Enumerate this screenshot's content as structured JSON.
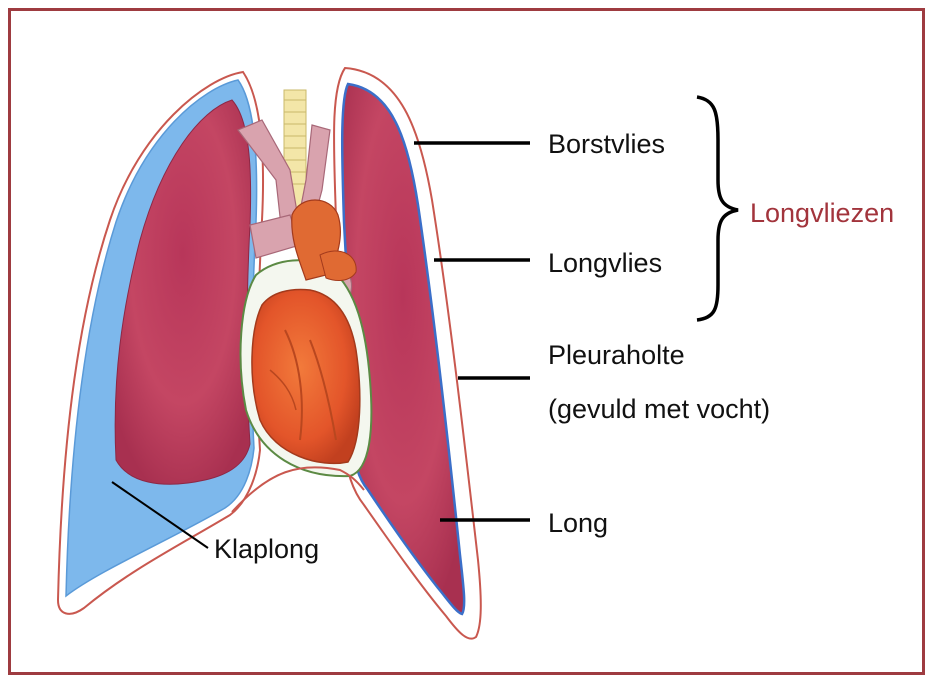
{
  "labels": {
    "borstvlies": "Borstvlies",
    "longvlies": "Longvlies",
    "pleuraholte_line1": "Pleuraholte",
    "pleuraholte_line2": "(gevuld met vocht)",
    "long": "Long",
    "klaplong": "Klaplong",
    "group": "Longvliezen"
  },
  "colors": {
    "frame": "#9e3b40",
    "lung": "#bf3f5d",
    "lung_dark": "#9b2b4a",
    "pleural_fluid": "#8fc3ee",
    "collapsed_space": "#6fb0ea",
    "heart": "#e0582b",
    "group_label": "#a2343c"
  }
}
